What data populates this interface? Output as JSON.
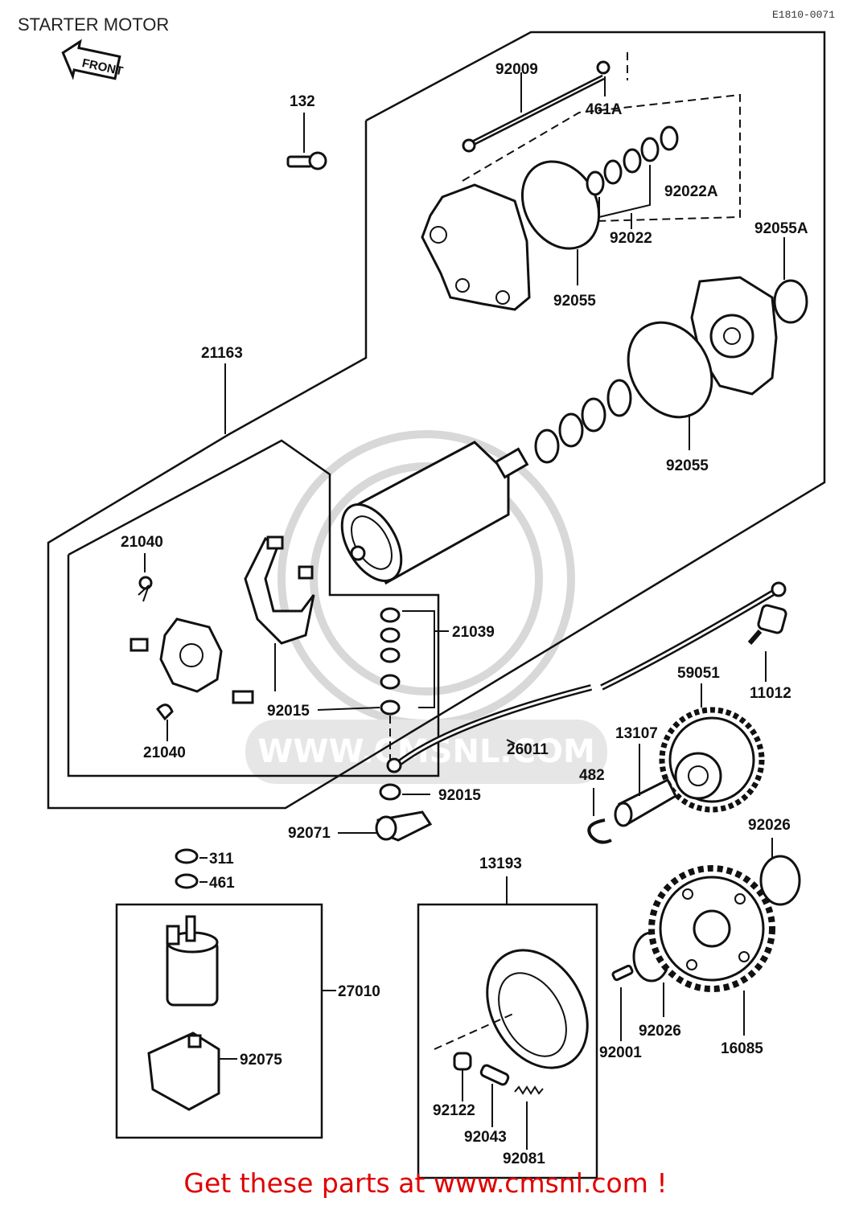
{
  "header": {
    "title": "STARTER MOTOR",
    "code": "E1810-0071",
    "front_label": "FRONT"
  },
  "watermark": {
    "text": "WWW.CMSNL.COM"
  },
  "parts": {
    "p132": "132",
    "p92009": "92009",
    "p461A": "461A",
    "p92022A": "92022A",
    "p92022": "92022",
    "p92055A": "92055A",
    "p92055_top": "92055",
    "p92055_mid": "92055",
    "p21163": "21163",
    "p21040_top": "21040",
    "p21040_bot": "21040",
    "p21039": "21039",
    "p92015_a": "92015",
    "p92015_b": "92015",
    "p92071": "92071",
    "p26011": "26011",
    "p59051": "59051",
    "p11012": "11012",
    "p13107": "13107",
    "p482": "482",
    "p92026_a": "92026",
    "p92026_b": "92026",
    "p311": "311",
    "p461": "461",
    "p27010": "27010",
    "p92075": "92075",
    "p13193": "13193",
    "p92001": "92001",
    "p16085": "16085",
    "p92122": "92122",
    "p92043": "92043",
    "p92081": "92081"
  },
  "footer": {
    "text": "Get these parts at www.cmsnl.com !"
  }
}
